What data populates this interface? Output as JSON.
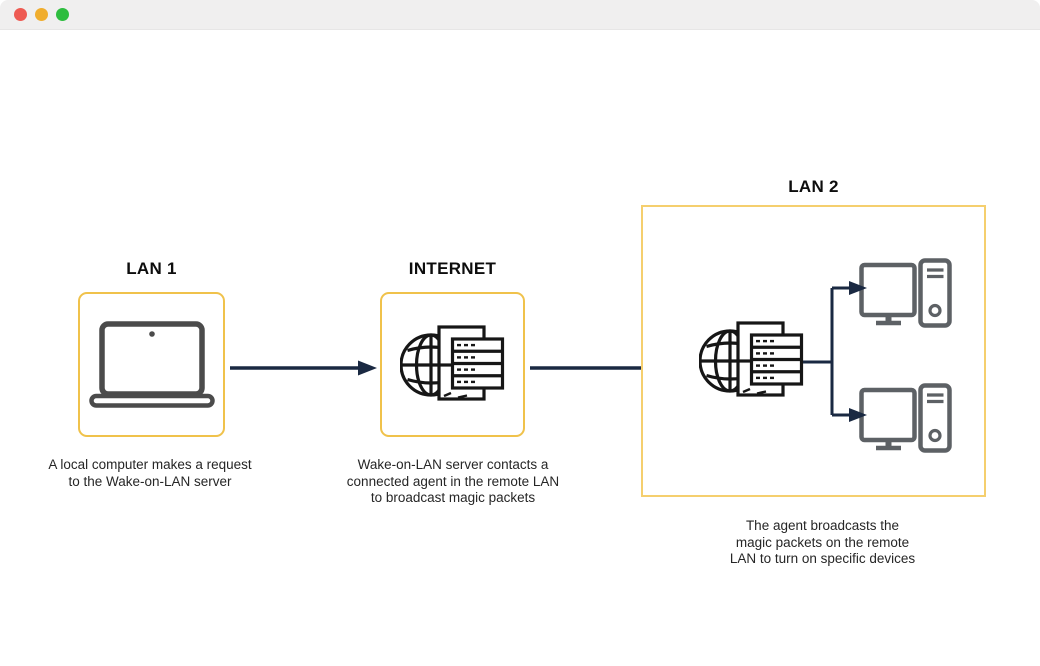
{
  "window": {
    "titlebar": {
      "controls": [
        {
          "name": "close",
          "color": "#ee5a52"
        },
        {
          "name": "minimize",
          "color": "#f0ad2d"
        },
        {
          "name": "zoom",
          "color": "#2ebd3f"
        }
      ]
    }
  },
  "diagram": {
    "lan1": {
      "title": "LAN 1",
      "icon": "laptop-icon",
      "caption_lines": [
        "A local computer makes a request",
        "to the Wake-on-LAN server"
      ]
    },
    "internet": {
      "title": "INTERNET",
      "icon": "globe-server-icon",
      "caption_lines": [
        "Wake-on-LAN server contacts a",
        "connected agent in the remote LAN",
        "to broadcast magic packets"
      ]
    },
    "lan2": {
      "title": "LAN 2",
      "icons": [
        "globe-server-icon",
        "desktop-computer-icon",
        "desktop-computer-icon"
      ],
      "caption_lines": [
        "The agent broadcasts the",
        "magic packets on the remote",
        "LAN to turn on specific devices"
      ]
    },
    "flow": [
      "lan1 -> internet",
      "internet -> lan2",
      "lan2 agent -> computer 1",
      "lan2 agent -> computer 2"
    ],
    "colors": {
      "small_box_border": "#f0c24b",
      "lan2_box_border": "#f5cf6e",
      "arrow": "#1a2942",
      "laptop_icon": "#4b4b4b",
      "globe_server_icon": "#161616",
      "computer_icon": "#5d6165"
    }
  }
}
